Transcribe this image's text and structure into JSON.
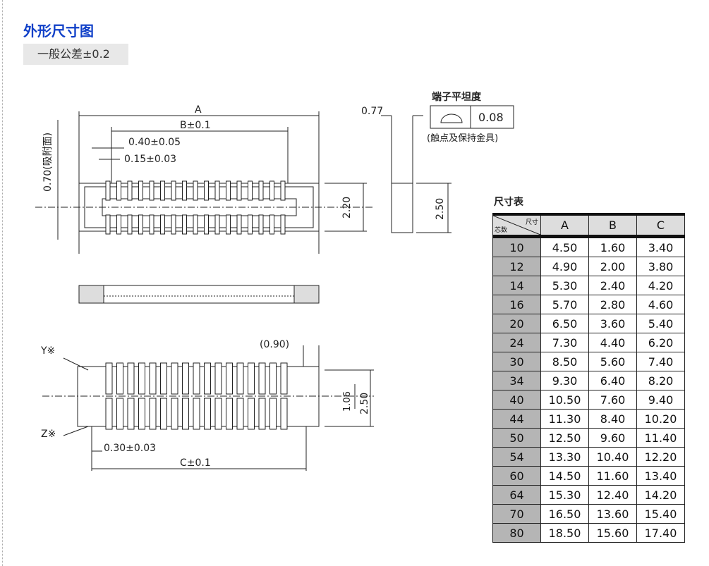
{
  "page": {
    "title": "外形尺寸图",
    "tolerance": "一般公差±0.2"
  },
  "drawing": {
    "dim_a": "A",
    "dim_b": "B±0.1",
    "pitch": "0.40±0.05",
    "pin_width": "0.15±0.03",
    "suction": "0.70(吸附面)",
    "width_220": "2.20",
    "side_077": "0.77",
    "flatness_title": "端子平坦度",
    "flatness_value": "0.08",
    "flatness_note": "(触点及保持金具)",
    "height_250": "2.50",
    "mark_y": "Y※",
    "mark_z": "Z※",
    "dim_090": "(0.90)",
    "dim_106": "1.06",
    "dim_250b": "2.50",
    "dim_030": "0.30±0.03",
    "dim_c": "C±0.1"
  },
  "table": {
    "title": "尺寸表",
    "corner_top": "尺寸",
    "corner_bottom": "芯数",
    "headers": [
      "A",
      "B",
      "C"
    ],
    "rows": [
      [
        "10",
        "4.50",
        "1.60",
        "3.40"
      ],
      [
        "12",
        "4.90",
        "2.00",
        "3.80"
      ],
      [
        "14",
        "5.30",
        "2.40",
        "4.20"
      ],
      [
        "16",
        "5.70",
        "2.80",
        "4.60"
      ],
      [
        "20",
        "6.50",
        "3.60",
        "5.40"
      ],
      [
        "24",
        "7.30",
        "4.40",
        "6.20"
      ],
      [
        "30",
        "8.50",
        "5.60",
        "7.40"
      ],
      [
        "34",
        "9.30",
        "6.40",
        "8.20"
      ],
      [
        "40",
        "10.50",
        "7.60",
        "9.40"
      ],
      [
        "44",
        "11.30",
        "8.40",
        "10.20"
      ],
      [
        "50",
        "12.50",
        "9.60",
        "11.40"
      ],
      [
        "54",
        "13.30",
        "10.40",
        "12.20"
      ],
      [
        "60",
        "14.50",
        "11.60",
        "13.40"
      ],
      [
        "64",
        "15.30",
        "12.40",
        "14.20"
      ],
      [
        "70",
        "16.50",
        "13.60",
        "15.40"
      ],
      [
        "80",
        "18.50",
        "15.60",
        "17.40"
      ]
    ]
  }
}
